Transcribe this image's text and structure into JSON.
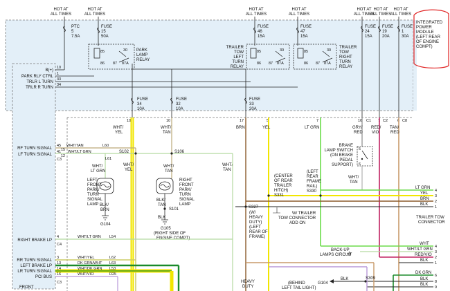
{
  "hot_labels": [
    {
      "id": "h1",
      "l1": "HOT AT",
      "l2": "ALL TIMES"
    },
    {
      "id": "h2",
      "l1": "HOT AT",
      "l2": "ALL TIMES"
    },
    {
      "id": "h3",
      "l1": "HOT AT",
      "l2": "ALL TIMES"
    },
    {
      "id": "h4",
      "l1": "HOT AT",
      "l2": "ALL TIMES"
    },
    {
      "id": "h5",
      "l1": "HOT AT",
      "l2": "ALL TIMES"
    },
    {
      "id": "h6",
      "l1": "HOT AT",
      "l2": "ALL TIMES"
    },
    {
      "id": "h7",
      "l1": "HOT AT",
      "l2": "ALL TIMES"
    }
  ],
  "top_fuses": [
    {
      "id": "ptc5",
      "l1": "PTC",
      "l2": "5",
      "l3": "7.5A"
    },
    {
      "id": "f15",
      "l1": "FUSE",
      "l2": "15",
      "l3": "50A"
    },
    {
      "id": "f46",
      "l1": "FUSE",
      "l2": "46",
      "l3": "15A"
    },
    {
      "id": "f47",
      "l1": "FUSE",
      "l2": "47",
      "l3": "15A"
    },
    {
      "id": "f24",
      "l1": "FUSE",
      "l2": "24",
      "l3": "15A"
    },
    {
      "id": "f19",
      "l1": "FUSE",
      "l2": "19",
      "l3": "20A"
    },
    {
      "id": "f1",
      "l1": "FUSE",
      "l2": "1",
      "l3": "30A"
    }
  ],
  "relays": [
    {
      "id": "park",
      "lines": [
        "PARK",
        "LAMP",
        "RELAY"
      ]
    },
    {
      "id": "left",
      "lines": [
        "TRAILER",
        "TOW",
        "LEFT",
        "TURN",
        "RELAY"
      ]
    },
    {
      "id": "right",
      "lines": [
        "TRAILER",
        "TOW",
        "RIGHT",
        "TURN",
        "RELAY"
      ]
    }
  ],
  "relay_pins": [
    "85",
    "30",
    "86",
    "87",
    "87A"
  ],
  "ipm_label": [
    "INTEGRATED",
    "POWER",
    "MODULE",
    "(LEFT REAR",
    "OF ENGINE",
    "COMPT)"
  ],
  "left_signals": [
    {
      "id": "b1",
      "text": "B(+)",
      "pin": "10"
    },
    {
      "id": "prc",
      "text": "PARK RLY CTRL",
      "pin": "1"
    },
    {
      "id": "trl",
      "text": "TRLR L TURN",
      "pin": "33"
    },
    {
      "id": "trr",
      "text": "TRLR R TURN",
      "pin": "34"
    }
  ],
  "mid_fuses": [
    {
      "id": "f34",
      "l1": "FUSE",
      "l2": "34",
      "l3": "10A",
      "pin": "19"
    },
    {
      "id": "f32",
      "l1": "FUSE",
      "l2": "32",
      "l3": "10A",
      "pin": "10"
    },
    {
      "id": "f33",
      "l1": "FUSE",
      "l2": "33",
      "l3": "20A",
      "pin": "17"
    }
  ],
  "col_pins": [
    "5",
    "7",
    "16",
    "C1",
    "7",
    "C2",
    "6",
    "C8"
  ],
  "wire_labels": {
    "wht_yel_a": "WHT/",
    "wht_yel_b": "YEL",
    "brn": "BRN",
    "yel": "YEL",
    "lt_grn": "LT GRN",
    "gry_red_a": "GRY/",
    "gry_red_b": "RED",
    "red_vio_a": "RED/",
    "red_vio_b": "VIO",
    "tan_red_a": "TAN/",
    "tan_red_b": "RED",
    "wht_tan_a": "WHT/",
    "wht_tan_b": "TAN",
    "wht_yel2_a": "WHT/",
    "wht_yel2_b": "YEL",
    "wht_tan2_a": "WHT/",
    "wht_tan2_b": "TAN"
  },
  "turn_signals": [
    {
      "id": "rf",
      "text": "RF TURN SIGNAL",
      "pin": "15",
      "conn": "45",
      "wire": "WHT/TAN",
      "circuit": "L60"
    },
    {
      "id": "lf",
      "text": "LF TURN SIGNAL",
      "pin": "12",
      "conn": "41",
      "wire": "WHT/LT GRN",
      "circuit": "L61"
    }
  ],
  "connectors": {
    "c3a": "C3",
    "c4": "C4",
    "c3b": "C3"
  },
  "splices": {
    "s102": "S102",
    "s106": "S106",
    "s101": "S101",
    "s327": "S327",
    "s330": "S330",
    "s331": "S331",
    "s309": "S309"
  },
  "left_lamp": {
    "wire_a": "WHT/",
    "wire_b": "LT GRN",
    "label": [
      "LEFT",
      "FRONT",
      "PARK/",
      "TURN",
      "SIGNAL",
      "LAMP"
    ],
    "ground_a": "BLK/",
    "ground_b": "BRN",
    "ground": "G104"
  },
  "right_lamp": {
    "wire_a": "WHT/",
    "wire_b": "TAN",
    "label": [
      "RIGHT",
      "FRONT",
      "PARK/",
      "TURN",
      "SIGNAL",
      "LAMP"
    ],
    "ground_a": "BLK/",
    "ground_b": "TAN",
    "blk": "BLK",
    "ground": "G105",
    "ground_note": [
      "(RIGHT SIDE OF",
      "ENGINE COMPT)"
    ]
  },
  "brake_switch": {
    "label": [
      "BRAKE",
      "LAMP SWITCH",
      "(ON BRAKE",
      "PEDAL",
      "SUPPORT)"
    ],
    "pins": [
      "5",
      "6"
    ],
    "wire_a": "WHT/",
    "wire_b": "TAN"
  },
  "splice_notes": {
    "center_rear": [
      "(CENTER",
      "OF REAR",
      "TRAILER",
      "HITCH)"
    ],
    "left_rear_rail": [
      "(LEFT",
      "REAR",
      "FRAME",
      "RAIL)"
    ],
    "trailer_tow_addon": [
      "W/ TRAILER",
      "TOW CONNECTOR",
      "ADD ON"
    ],
    "s327_note": [
      "(W/",
      "HEAVY",
      "DUTY)",
      "(LEFT",
      "REAR OF",
      "FRAME)"
    ],
    "heavy_duty": [
      "HEAVY",
      "DUTY"
    ],
    "behind_tail": [
      "(BEHIND",
      "LEFT TAIL LIGHT)"
    ]
  },
  "trailer_connector": {
    "label": [
      "TRAILER TOW",
      "CONNECTOR"
    ],
    "top_rows": [
      {
        "wire": "LT GRN",
        "pin": "4"
      },
      {
        "wire": "YEL",
        "pin": "3"
      },
      {
        "wire": "BRN",
        "pin": "2"
      },
      {
        "wire": "BLK",
        "pin": "1"
      }
    ],
    "bottom_rows": [
      {
        "wire": "WHT",
        "pin": "4"
      },
      {
        "wire": "WHT/LT GRN",
        "pin": "3"
      },
      {
        "wire": "RED/VIO",
        "pin": "2"
      },
      {
        "wire": "BLK",
        "pin": "1"
      },
      {
        "wire": "DK GRN",
        "pin": "6"
      },
      {
        "wire": "BLK",
        "pin": "8"
      },
      {
        "wire": "BLK",
        "pin": "9"
      }
    ]
  },
  "backup_label": [
    "BACK-UP",
    "LAMPS CIRCUIT"
  ],
  "g104_blk": {
    "g": "G104",
    "w": "BLK"
  },
  "bottom_signals": [
    {
      "id": "rbl",
      "text": "RIGHT BRAKE LP",
      "pin": "4",
      "wire": "WHT/LT GRN",
      "circuit": "L54"
    },
    {
      "id": "rrt",
      "text": "RR TURN SIGNAL",
      "pin": "3",
      "wire": "WHT/YEL",
      "circuit": "L62"
    },
    {
      "id": "lbl",
      "text": "LEFT BRAKE LP",
      "pin": "13",
      "wire": "DK GRN/WHT",
      "circuit": "L63"
    },
    {
      "id": "lrt",
      "text": "LR TURN SIGNAL",
      "pin": "14",
      "wire": "WHT/DK GRN",
      "circuit": "L53"
    },
    {
      "id": "pci",
      "text": "PCI BUS",
      "pin": "16",
      "wire": "WHT/VIO",
      "circuit": "D25"
    }
  ],
  "front_label": "FRONT"
}
